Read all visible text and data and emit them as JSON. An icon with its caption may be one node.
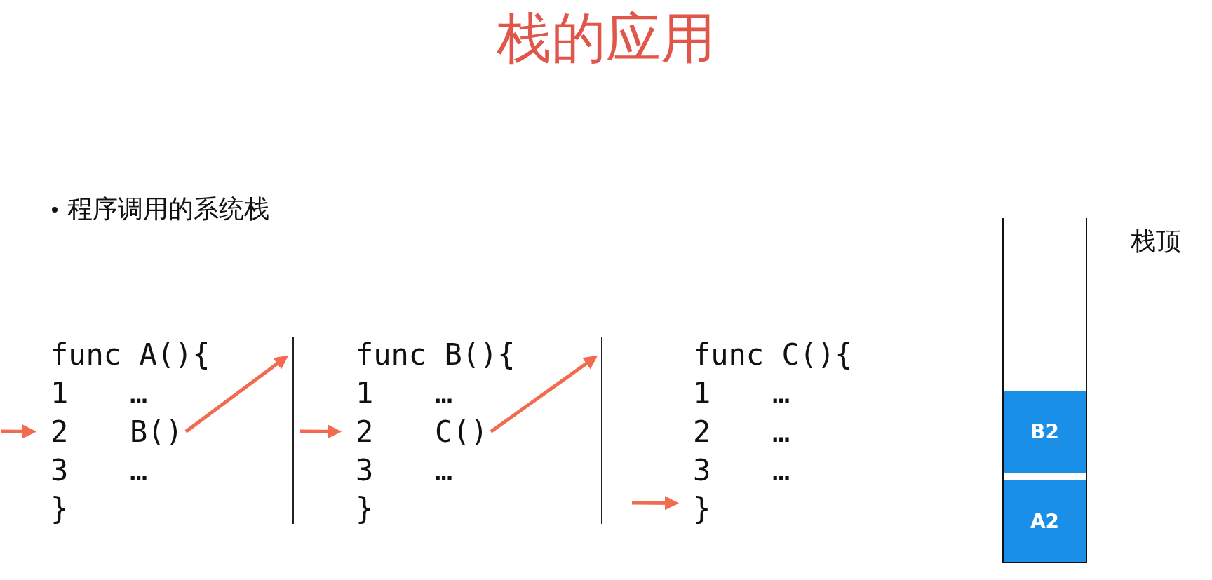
{
  "diagram": {
    "title": "栈的应用",
    "nodes": [
      {
        "text": [
          "func A(){"
        ]
      },
      {
        "text": [
          "1",
          "…"
        ]
      },
      {
        "text": [
          "2",
          "B()"
        ]
      },
      {
        "text": [
          "3",
          "…"
        ]
      },
      {
        "text": [
          "}"
        ]
      },
      {
        "text": [
          "func B(){"
        ]
      },
      {
        "text": [
          "1",
          "…"
        ]
      },
      {
        "text": [
          "2",
          "C()"
        ]
      },
      {
        "text": [
          "3",
          "…"
        ]
      },
      {
        "text": [
          "}"
        ]
      },
      {
        "text": [
          "func C(){"
        ]
      },
      {
        "text": [
          "1",
          "…"
        ]
      },
      {
        "text": [
          "2",
          "…"
        ]
      },
      {
        "text": [
          "3",
          "…"
        ]
      },
      {
        "text": [
          "}"
        ]
      },
      {
        "text": [],
        "shape": "box"
      },
      {
        "text": [
          "B2"
        ],
        "in": 15
      },
      {
        "text": [
          "A2"
        ],
        "in": 15
      }
    ],
    "edges": [
      {
        "from": null,
        "to": 2,
        "arrow": "to"
      },
      {
        "from": 2,
        "to": null,
        "arrow": "to"
      },
      {
        "from": null,
        "to": 7,
        "arrow": "to"
      },
      {
        "from": 7,
        "to": null,
        "arrow": "to"
      },
      {
        "from": null,
        "to": 14,
        "arrow": "to"
      }
    ],
    "labels": [
      "程序调用的系统栈",
      "栈顶"
    ]
  }
}
